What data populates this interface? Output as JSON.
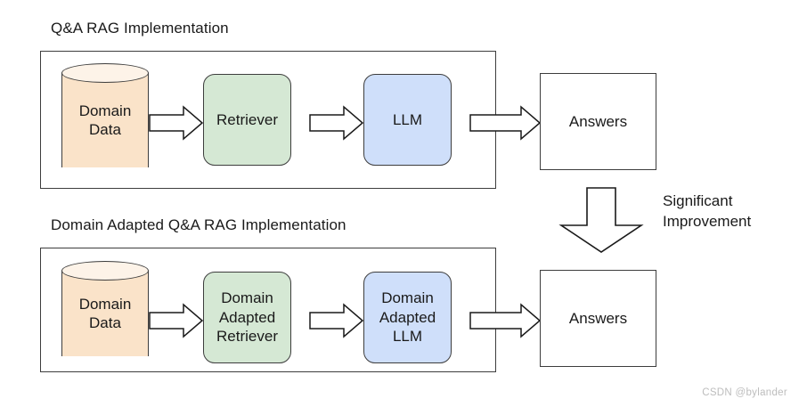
{
  "diagram": {
    "watermark": "CSDN @bylander",
    "colors": {
      "data_store_fill": "#fae3c9",
      "data_store_top_fill": "#fdf3e8",
      "retriever_fill": "#d5e8d4",
      "llm_fill": "#cfdffa",
      "answer_fill": "#ffffff",
      "stroke": "#3d3d3d",
      "watermark_text": "#bdbdbd"
    },
    "rows": [
      {
        "title": "Q&A RAG Implementation",
        "nodes": {
          "data_store": "Domain\nData",
          "data_store_line1": "Domain",
          "data_store_line2": "Data",
          "retriever": "Retriever",
          "llm": "LLM",
          "answers": "Answers"
        }
      },
      {
        "title": "Domain Adapted Q&A RAG Implementation",
        "nodes": {
          "data_store_line1": "Domain",
          "data_store_line2": "Data",
          "retriever_line1": "Domain",
          "retriever_line2": "Adapted",
          "retriever_line3": "Retriever",
          "llm_line1": "Domain",
          "llm_line2": "Adapted",
          "llm_line3": "LLM",
          "answers": "Answers"
        }
      }
    ],
    "transition": {
      "label_line1": "Significant",
      "label_line2": "Improvement",
      "arrow_direction": "down"
    }
  }
}
